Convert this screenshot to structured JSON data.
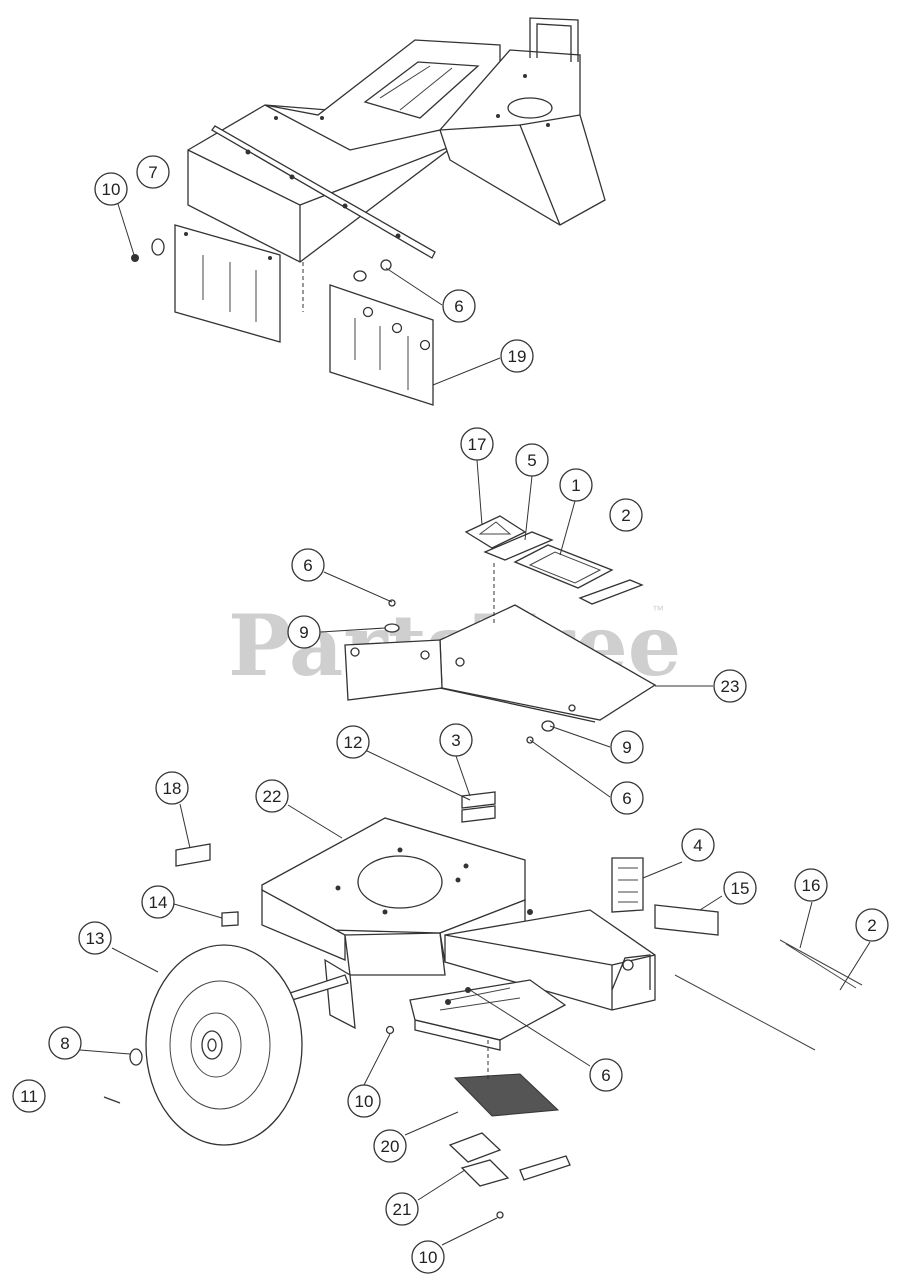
{
  "watermark": {
    "text": "PartsTree",
    "trademark": "™"
  },
  "callouts": [
    {
      "id": "c7",
      "label": "7"
    },
    {
      "id": "c10a",
      "label": "10"
    },
    {
      "id": "c6a",
      "label": "6"
    },
    {
      "id": "c19",
      "label": "19"
    },
    {
      "id": "c17",
      "label": "17"
    },
    {
      "id": "c5",
      "label": "5"
    },
    {
      "id": "c1",
      "label": "1"
    },
    {
      "id": "c2a",
      "label": "2"
    },
    {
      "id": "c6b",
      "label": "6"
    },
    {
      "id": "c9a",
      "label": "9"
    },
    {
      "id": "c23",
      "label": "23"
    },
    {
      "id": "c9b",
      "label": "9"
    },
    {
      "id": "c12",
      "label": "12"
    },
    {
      "id": "c3",
      "label": "3"
    },
    {
      "id": "c6c",
      "label": "6"
    },
    {
      "id": "c18",
      "label": "18"
    },
    {
      "id": "c22",
      "label": "22"
    },
    {
      "id": "c4",
      "label": "4"
    },
    {
      "id": "c15",
      "label": "15"
    },
    {
      "id": "c16",
      "label": "16"
    },
    {
      "id": "c2b",
      "label": "2"
    },
    {
      "id": "c14",
      "label": "14"
    },
    {
      "id": "c13",
      "label": "13"
    },
    {
      "id": "c8",
      "label": "8"
    },
    {
      "id": "c11",
      "label": "11"
    },
    {
      "id": "c10b",
      "label": "10"
    },
    {
      "id": "c6d",
      "label": "6"
    },
    {
      "id": "c20",
      "label": "20"
    },
    {
      "id": "c21",
      "label": "21"
    },
    {
      "id": "c10c",
      "label": "10"
    }
  ]
}
